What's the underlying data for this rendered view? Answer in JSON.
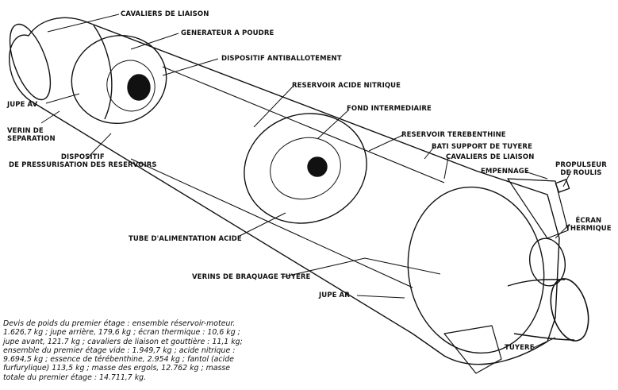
{
  "labels": {
    "cavaliers_liaison_top": "CAVALIERS DE LIAISON",
    "generateur": "GENERATEUR A POUDRE",
    "antiballotement": "DISPOSITIF ANTIBALLOTEMENT",
    "reservoir_acide": "RESERVOIR ACIDE NITRIQUE",
    "fond_intermediaire": "FOND INTERMEDIAIRE",
    "reservoir_terebenthine": "RESERVOIR TEREBENTHINE",
    "bati_support": "BATI SUPPORT DE TUYERE",
    "cavaliers_liaison_right": "CAVALIERS DE LIAISON",
    "empennage": "EMPENNAGE",
    "propulseur_line1": "PROPULSEUR",
    "propulseur_line2": "DE ROULIS",
    "ecran_line1": "ÉCRAN",
    "ecran_line2": "THERMIQUE",
    "jupe_av": "JUPE AV",
    "verin_line1": "VERIN DE",
    "verin_line2": "SEPARATION",
    "pressurisation_line1": "DISPOSITIF",
    "pressurisation_line2": "DE PRESSURISATION DES RESERVOIRS",
    "tube_alimentation": "TUBE D'ALIMENTATION ACIDE",
    "verins_braquage": "VERINS DE BRAQUAGE TUYERE",
    "jupe_ar": "JUPE AR",
    "tuyere": "TUYERE"
  },
  "caption": {
    "lines": [
      "Devis de poids du premier étage : ensemble réservoir-moteur.",
      "1.626,7 kg ; jupe arrière, 179,6 kg ; écran thermique : 10,6 kg ;",
      "jupe avant, 121.7 kg ; cavaliers de liaison et gouttière : 11,1 kg;",
      "ensemble du premier étage vide : 1.949,7 kg ; acide nitrique :",
      "9.694,5 kg ; essence de térébenthine, 2.954 kg ; fantol (acide",
      "furfurylique) 113,5 kg ; masse des ergols, 12.762 kg ; masse",
      "totale du premier étage : 14.711,7 kg."
    ]
  }
}
